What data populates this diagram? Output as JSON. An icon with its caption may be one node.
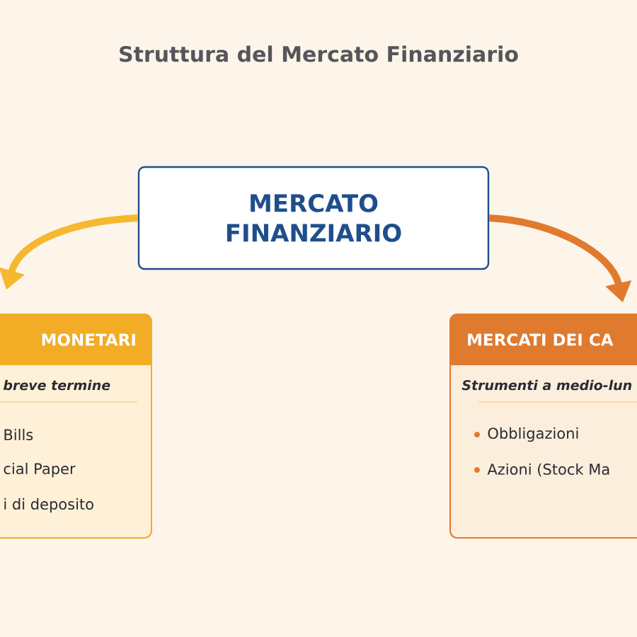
{
  "diagram": {
    "title": "Struttura del Mercato Finanziario",
    "nodes": [
      {
        "text": [
          "MERCATO FINANZIARIO"
        ]
      },
      {
        "text": [
          "MONETARI",
          "breve termine",
          "Bills",
          "cial Paper",
          "i di deposito"
        ]
      },
      {
        "text": [
          "MERCATI DEI CA",
          "Strumenti a medio-lun",
          "Obbligazioni",
          "Azioni (Stock Ma"
        ]
      }
    ],
    "edges": [
      {
        "from": 0,
        "to": 1,
        "arrow": "to",
        "color": "#f5b82e"
      },
      {
        "from": 0,
        "to": 2,
        "arrow": "to",
        "color": "#e07a2e"
      }
    ]
  }
}
